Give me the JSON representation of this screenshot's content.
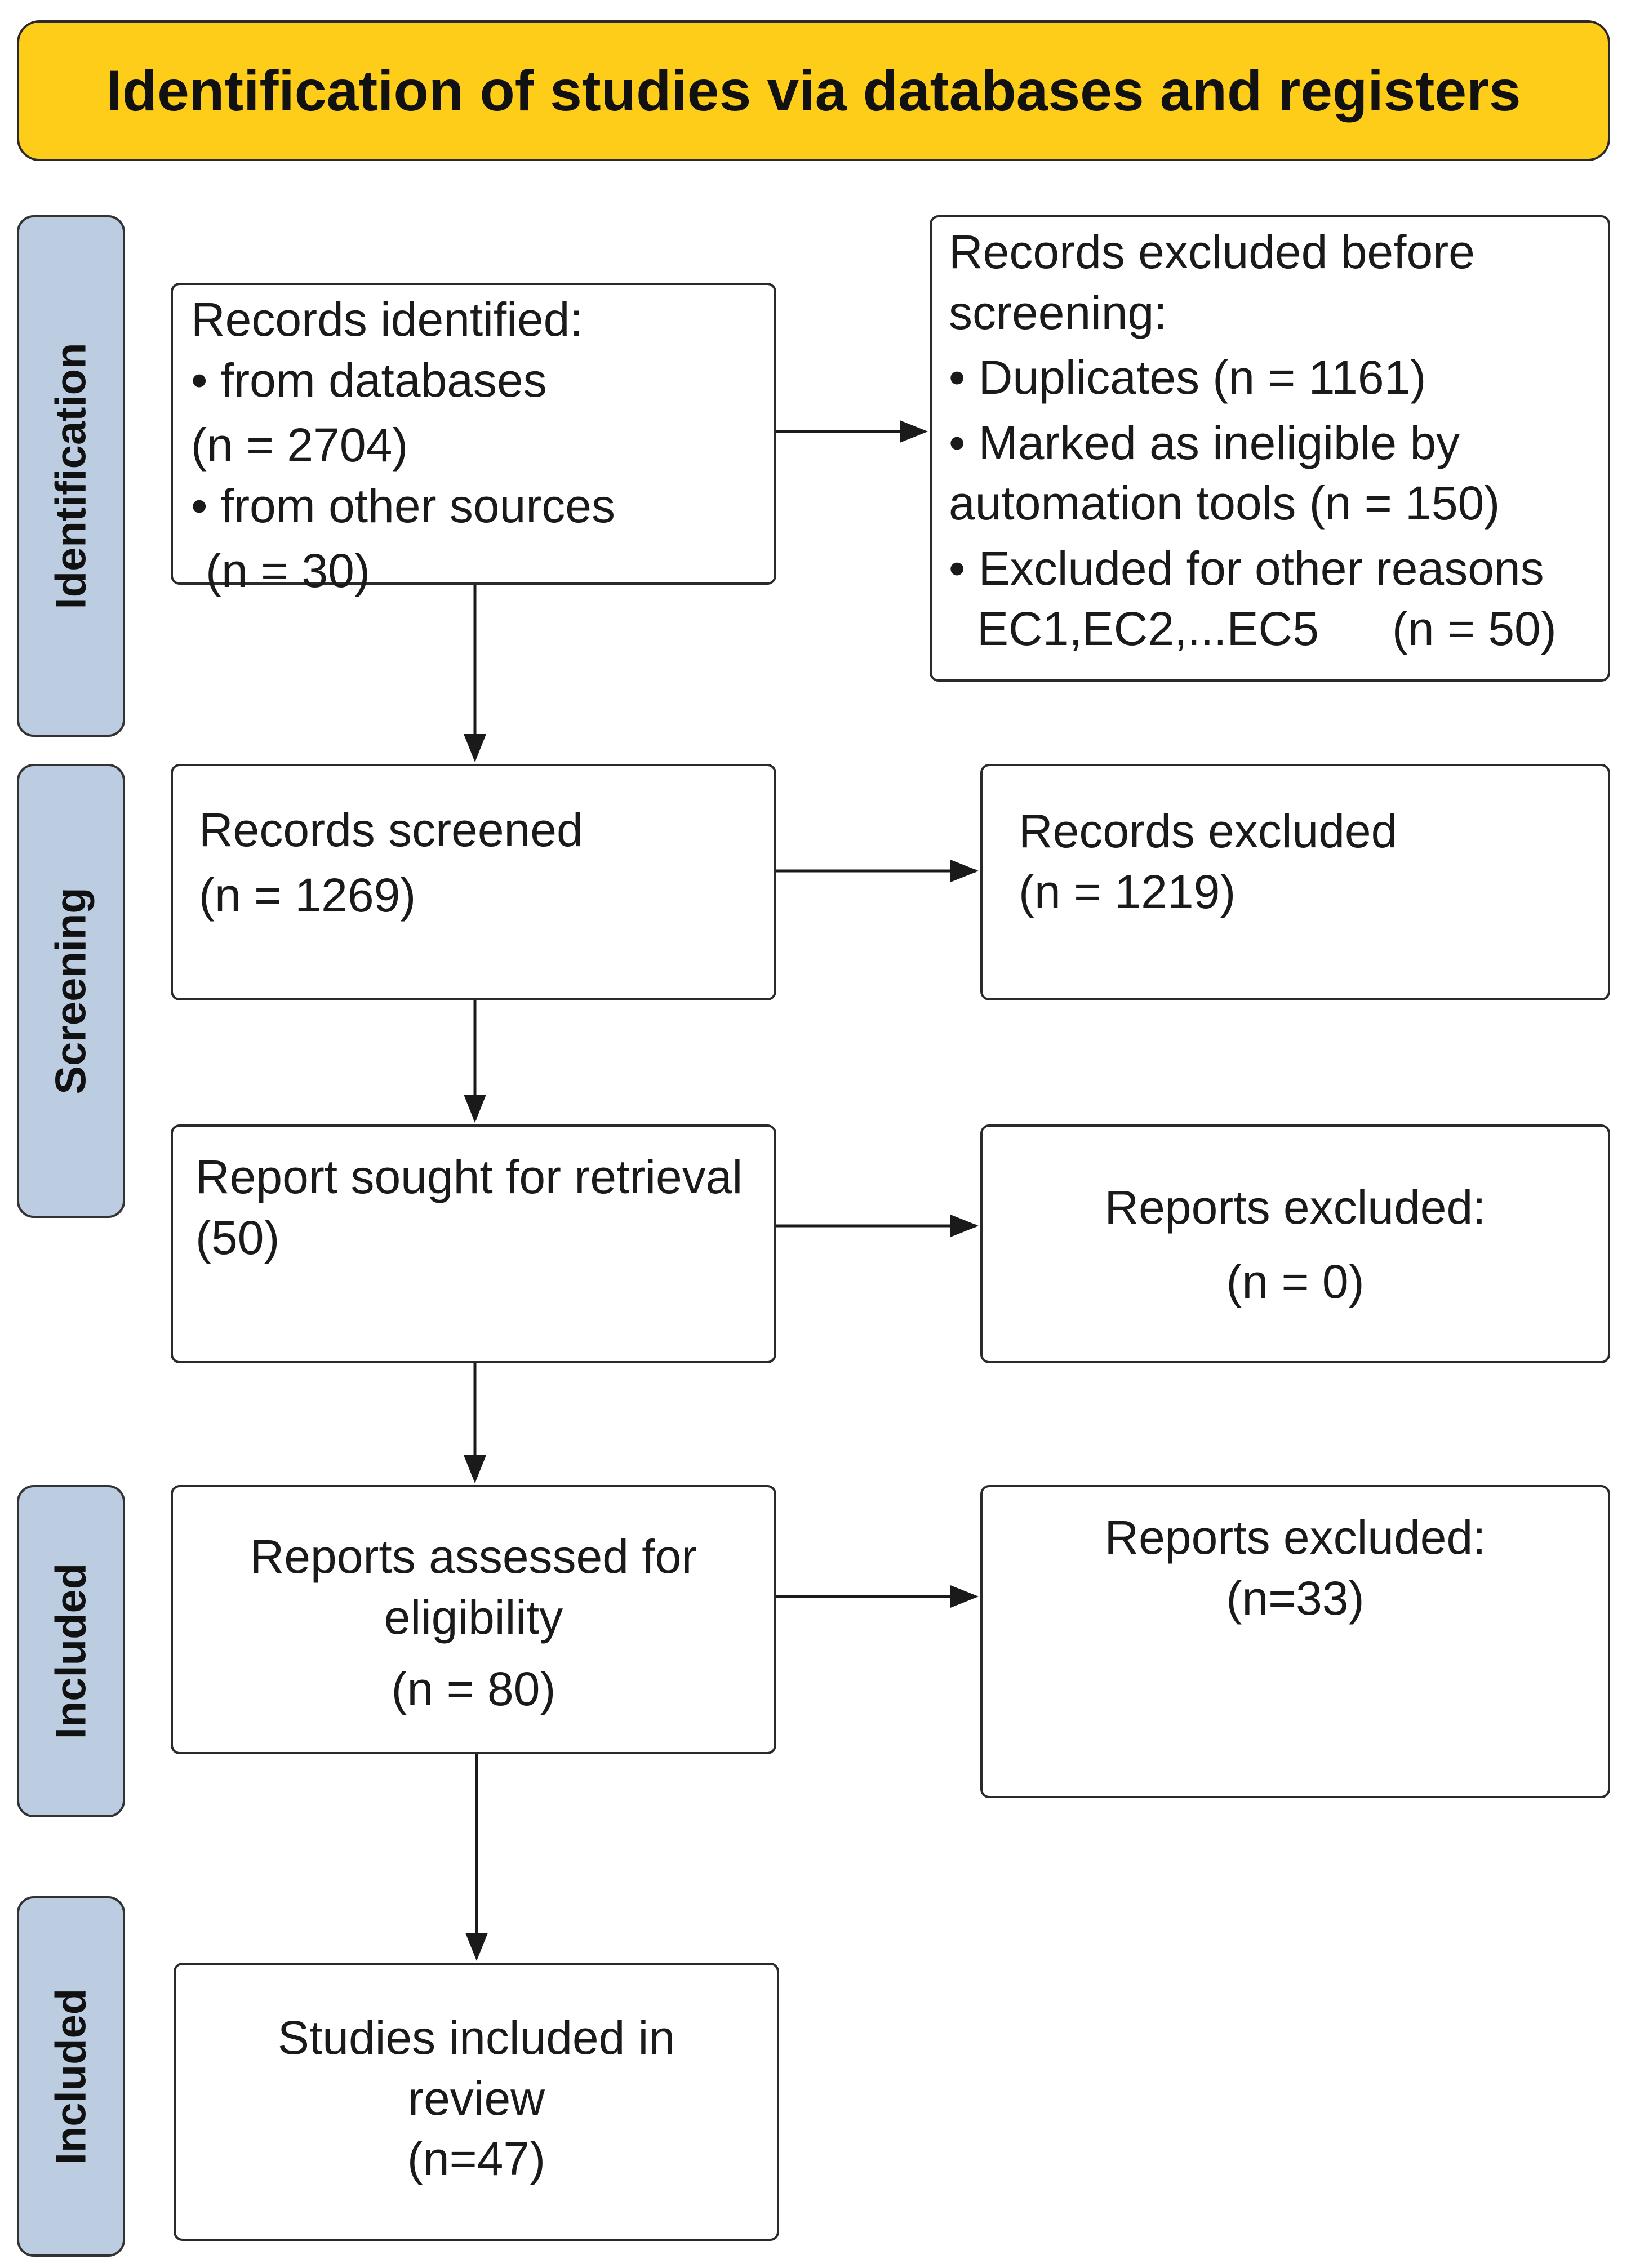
{
  "header": {
    "title": "Identification of studies via databases and registers"
  },
  "stages": {
    "identification": "Identification",
    "screening": "Screening",
    "included_1": "Included",
    "included_2": "Included"
  },
  "boxes": {
    "records_identified": {
      "l1": "Records identified:",
      "l2": "• from databases",
      "l3": "(n = 2704)",
      "l4": "• from other sources",
      "l5": "(n = 30)"
    },
    "records_excluded_before": {
      "l1": "Records excluded before",
      "l2": "screening:",
      "l3": "• Duplicates (n = 1161)",
      "l4": "• Marked as ineligible by",
      "l5": "automation tools (n = 150)",
      "l6": "• Excluded for other reasons",
      "l7a": "EC1,EC2,...EC5",
      "l7b": "(n = 50)"
    },
    "records_screened": {
      "l1": "Records screened",
      "l2": "(n = 1269)"
    },
    "records_excluded": {
      "l1": "Records excluded",
      "l2": "(n = 1219)"
    },
    "report_sought": {
      "l1": "Report sought for retrieval",
      "l2": "(50)"
    },
    "reports_excluded_1": {
      "l1": "Reports excluded:",
      "l2": "(n = 0)"
    },
    "reports_assessed": {
      "l1": "Reports assessed for",
      "l2": "eligibility",
      "l3": "(n = 80)"
    },
    "reports_excluded_2": {
      "l1": "Reports excluded:",
      "l2": "(n=33)"
    },
    "studies_included": {
      "l1": "Studies included in",
      "l2": "review",
      "l3": "(n=47)"
    }
  }
}
